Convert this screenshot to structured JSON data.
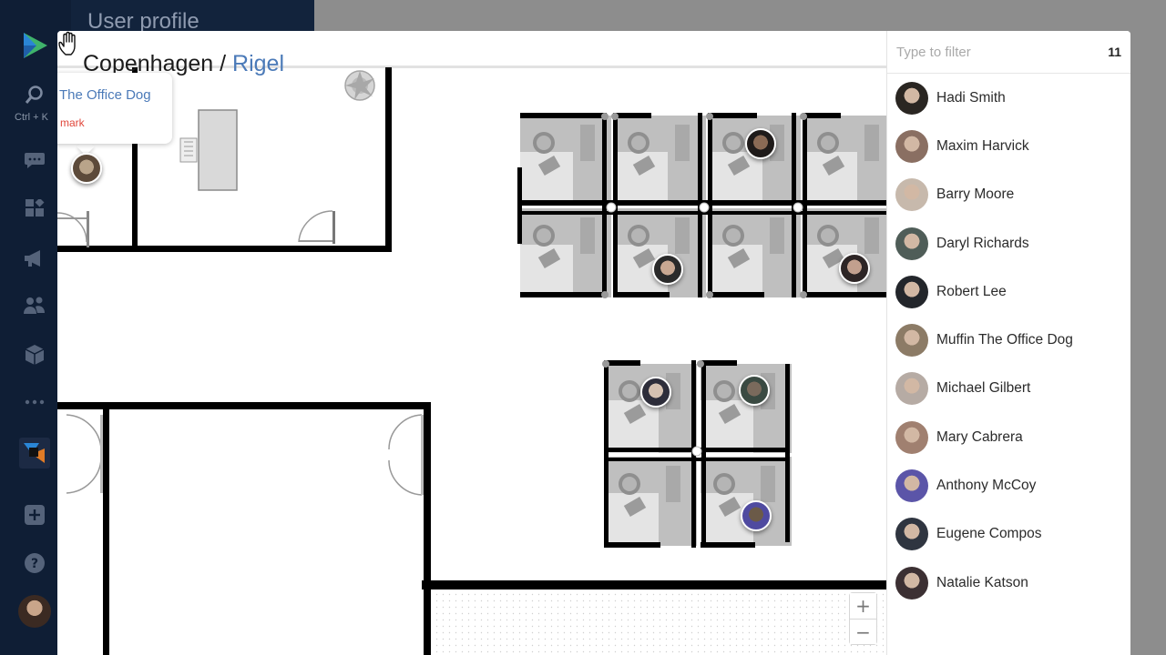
{
  "app": {
    "shortcut_hint": "Ctrl + K",
    "background_title": "User profile"
  },
  "breadcrumb": {
    "city": "Copenhagen",
    "separator": " / ",
    "location": "Rigel"
  },
  "tooltip": {
    "name": "The Office Dog",
    "action": "e mark"
  },
  "filter": {
    "placeholder": "Type to filter",
    "value": "",
    "count": "11"
  },
  "zoom": {
    "in_label": "+",
    "out_label": "−"
  },
  "people": [
    {
      "name": "Hadi Smith",
      "color": "#2a2622"
    },
    {
      "name": "Maxim Harvick",
      "color": "#8a6f62"
    },
    {
      "name": "Barry Moore",
      "color": "#c7b9ac"
    },
    {
      "name": "Daryl Richards",
      "color": "#4f5d58"
    },
    {
      "name": "Robert Lee",
      "color": "#23262b"
    },
    {
      "name": "Muffin The Office Dog",
      "color": "#8c7b66"
    },
    {
      "name": "Michael Gilbert",
      "color": "#b6aba4"
    },
    {
      "name": "Mary Cabrera",
      "color": "#a08070"
    },
    {
      "name": "Anthony McCoy",
      "color": "#5b55a8"
    },
    {
      "name": "Eugene Compos",
      "color": "#2f3540"
    },
    {
      "name": "Natalie Katson",
      "color": "#3c3033"
    }
  ],
  "colors": {
    "accent": "#4b7ab8",
    "danger": "#e0473b",
    "sidebar": "#0f1e35"
  }
}
